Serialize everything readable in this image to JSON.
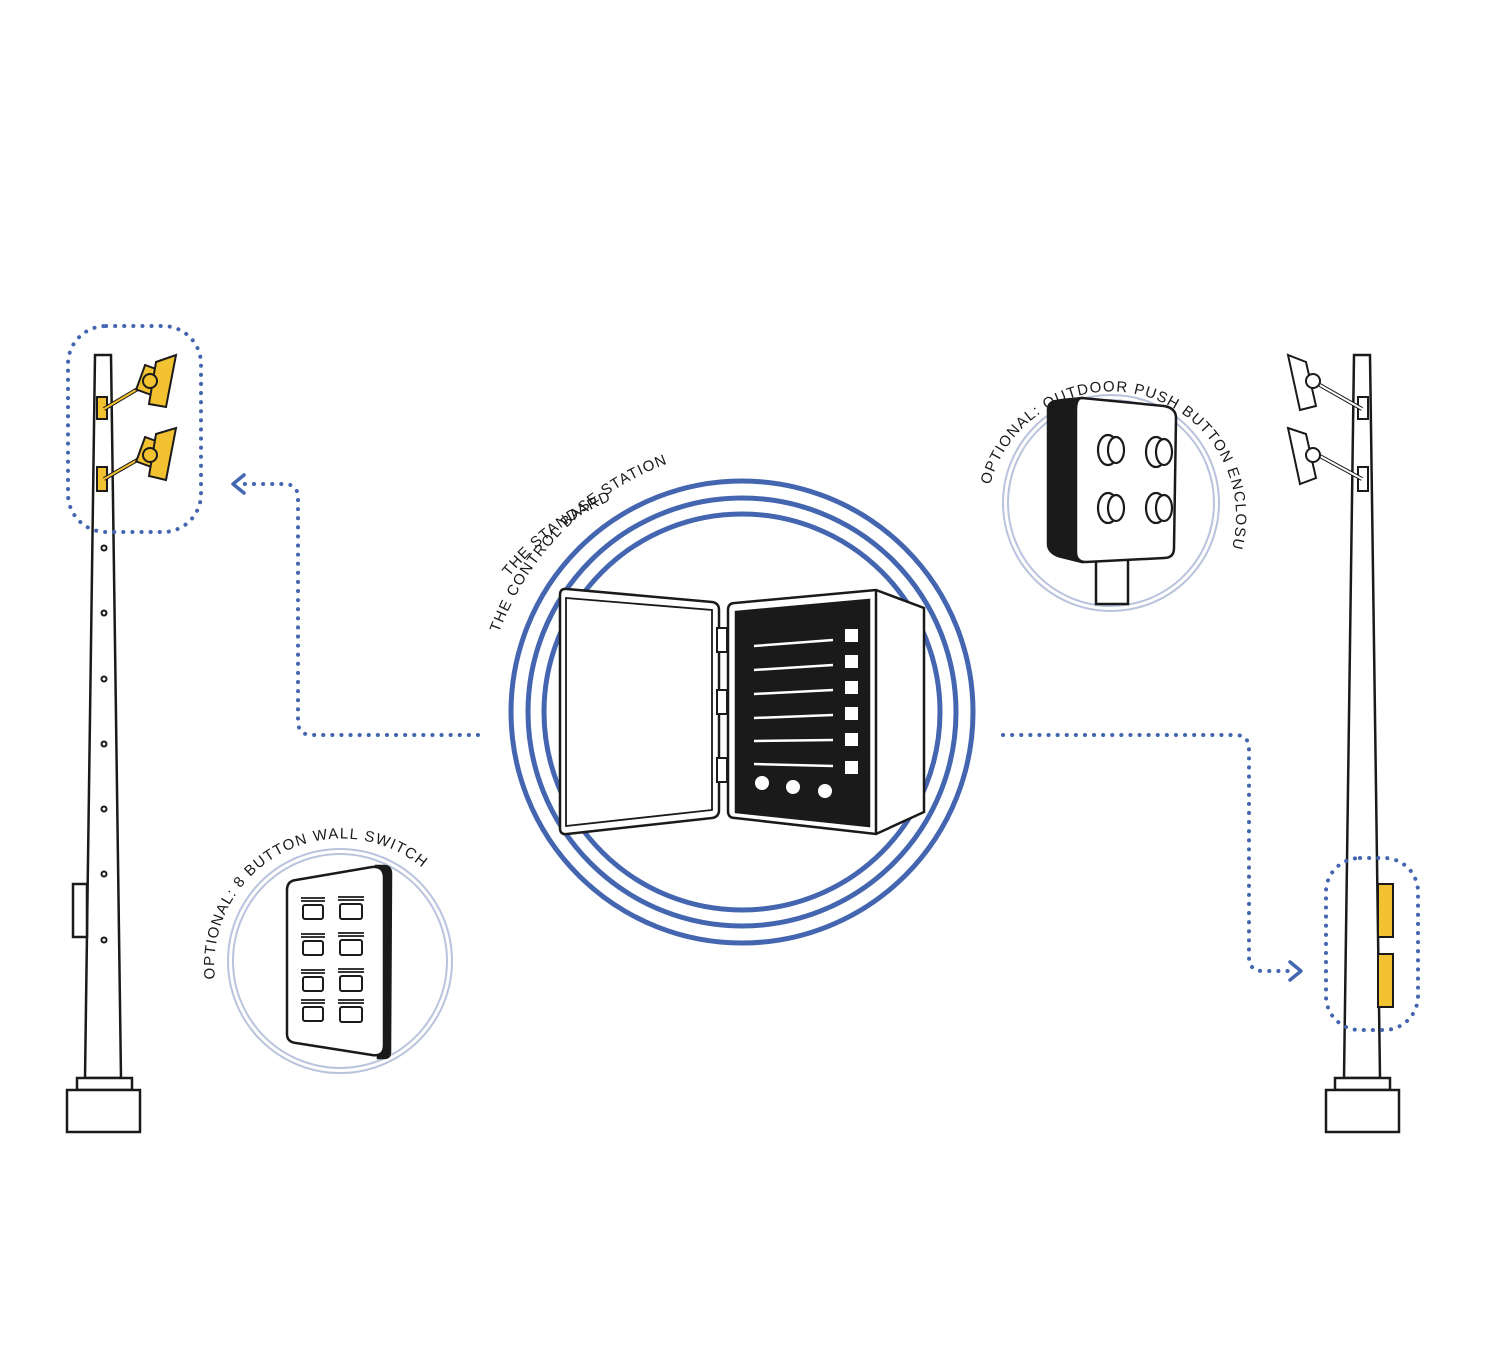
{
  "labels": {
    "standard_title": "THE STANDARD",
    "base_station": "THE CONTROL BASE STATION",
    "push_button": "OPTIONAL: OUTDOOR PUSH BUTTON ENCLOSURE",
    "wall_switch": "OPTIONAL: 8 BUTTON WALL SWITCH"
  },
  "colors": {
    "accent_blue": "#4466b0",
    "light_ring": "#b9c3de",
    "fixture_yellow": "#f2c230",
    "ink": "#1a1a1a"
  },
  "icons": {
    "left_pole": "light-pole-icon",
    "right_pole": "light-pole-icon",
    "base_station": "control-box-icon",
    "push_button": "push-button-enclosure-icon",
    "wall_switch": "wall-switch-icon"
  }
}
